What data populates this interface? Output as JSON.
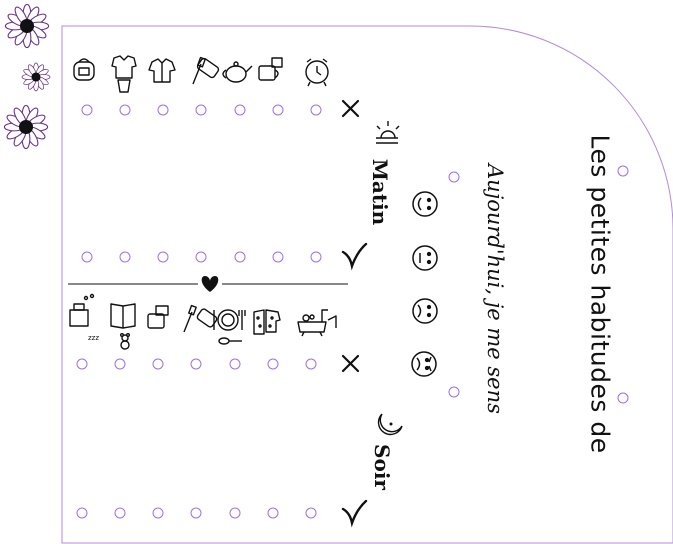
{
  "title": "Les petites habitudes de",
  "feelings_prompt": "Aujourd'hui, je me sens",
  "sections": {
    "morning": {
      "label": "Matin",
      "icon": "sun-icon"
    },
    "evening": {
      "label": "Soir",
      "icon": "moon-icon"
    }
  },
  "morning_activities": [
    "backpack-icon",
    "clothes-icon",
    "shirt-icon",
    "toothbrush-icon",
    "hairbrush-icon",
    "teapot-icon",
    "breakfast-cup-icon",
    "alarm-clock-icon"
  ],
  "evening_activities": [
    "sleep-bed-icon",
    "book-icon",
    "toothpaste-icon",
    "toothbrush-icon",
    "washcloth-icon",
    "plate-icon",
    "pajamas-icon",
    "bathtub-icon"
  ],
  "moods": [
    "happy-face-icon",
    "neutral-face-icon",
    "sad-face-icon",
    "angry-face-icon"
  ],
  "colors": {
    "outline": "#b58be0",
    "hole": "#a26fe0",
    "ink": "#111111"
  }
}
